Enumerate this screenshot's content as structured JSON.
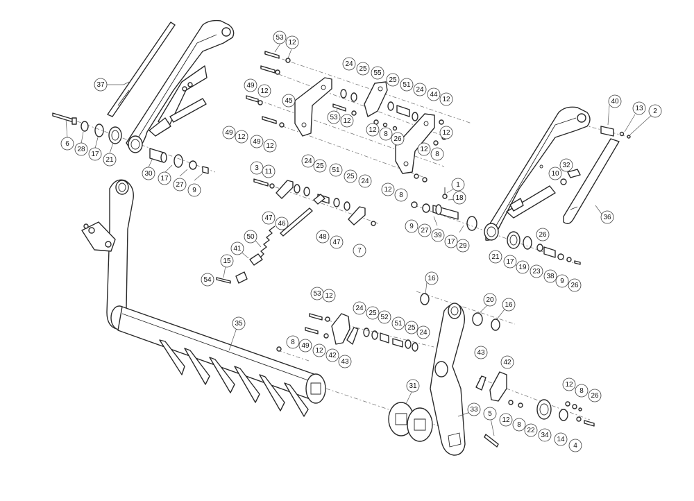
{
  "diagram": {
    "callouts": [
      {
        "id": "c1",
        "label": "53"
      },
      {
        "id": "c2",
        "label": "12"
      },
      {
        "id": "c3",
        "label": "49"
      },
      {
        "id": "c4",
        "label": "12"
      },
      {
        "id": "c5",
        "label": "49"
      },
      {
        "id": "c6",
        "label": "12"
      },
      {
        "id": "c7",
        "label": "49"
      },
      {
        "id": "c8",
        "label": "12"
      },
      {
        "id": "c9",
        "label": "45"
      },
      {
        "id": "c10",
        "label": "24"
      },
      {
        "id": "c11",
        "label": "25"
      },
      {
        "id": "c12",
        "label": "55"
      },
      {
        "id": "c13",
        "label": "25"
      },
      {
        "id": "c14",
        "label": "51"
      },
      {
        "id": "c15",
        "label": "24"
      },
      {
        "id": "c16",
        "label": "44"
      },
      {
        "id": "c17",
        "label": "12"
      },
      {
        "id": "c18",
        "label": "53"
      },
      {
        "id": "c19",
        "label": "12"
      },
      {
        "id": "c20",
        "label": "12"
      },
      {
        "id": "c21",
        "label": "8"
      },
      {
        "id": "c22",
        "label": "26"
      },
      {
        "id": "c23",
        "label": "12"
      },
      {
        "id": "c24",
        "label": "12"
      },
      {
        "id": "c25",
        "label": "8"
      },
      {
        "id": "c26",
        "label": "12"
      },
      {
        "id": "c27",
        "label": "8"
      },
      {
        "id": "c28",
        "label": "37"
      },
      {
        "id": "c29",
        "label": "6"
      },
      {
        "id": "c30",
        "label": "28"
      },
      {
        "id": "c31",
        "label": "17"
      },
      {
        "id": "c32",
        "label": "21"
      },
      {
        "id": "c33",
        "label": "30"
      },
      {
        "id": "c34",
        "label": "17"
      },
      {
        "id": "c35",
        "label": "27"
      },
      {
        "id": "c36",
        "label": "9"
      },
      {
        "id": "c37",
        "label": "3"
      },
      {
        "id": "c38",
        "label": "11"
      },
      {
        "id": "c39",
        "label": "24"
      },
      {
        "id": "c40",
        "label": "25"
      },
      {
        "id": "c41",
        "label": "51"
      },
      {
        "id": "c42",
        "label": "25"
      },
      {
        "id": "c43",
        "label": "24"
      },
      {
        "id": "c44",
        "label": "47"
      },
      {
        "id": "c45",
        "label": "46"
      },
      {
        "id": "c46",
        "label": "48"
      },
      {
        "id": "c47",
        "label": "47"
      },
      {
        "id": "c48",
        "label": "7"
      },
      {
        "id": "c49",
        "label": "50"
      },
      {
        "id": "c50",
        "label": "41"
      },
      {
        "id": "c51",
        "label": "15"
      },
      {
        "id": "c52",
        "label": "54"
      },
      {
        "id": "c53",
        "label": "40"
      },
      {
        "id": "c54",
        "label": "13"
      },
      {
        "id": "c55",
        "label": "2"
      },
      {
        "id": "c56",
        "label": "32"
      },
      {
        "id": "c57",
        "label": "10"
      },
      {
        "id": "c58",
        "label": "36"
      },
      {
        "id": "c59",
        "label": "1"
      },
      {
        "id": "c60",
        "label": "18"
      },
      {
        "id": "c61",
        "label": "9"
      },
      {
        "id": "c62",
        "label": "27"
      },
      {
        "id": "c63",
        "label": "39"
      },
      {
        "id": "c64",
        "label": "17"
      },
      {
        "id": "c65",
        "label": "29"
      },
      {
        "id": "c66",
        "label": "26"
      },
      {
        "id": "c67",
        "label": "21"
      },
      {
        "id": "c68",
        "label": "17"
      },
      {
        "id": "c69",
        "label": "19"
      },
      {
        "id": "c70",
        "label": "23"
      },
      {
        "id": "c71",
        "label": "38"
      },
      {
        "id": "c72",
        "label": "9"
      },
      {
        "id": "c73",
        "label": "26"
      },
      {
        "id": "c74",
        "label": "16"
      },
      {
        "id": "c75",
        "label": "20"
      },
      {
        "id": "c76",
        "label": "16"
      },
      {
        "id": "c77",
        "label": "35"
      },
      {
        "id": "c78",
        "label": "53"
      },
      {
        "id": "c79",
        "label": "12"
      },
      {
        "id": "c80",
        "label": "24"
      },
      {
        "id": "c81",
        "label": "25"
      },
      {
        "id": "c82",
        "label": "52"
      },
      {
        "id": "c83",
        "label": "51"
      },
      {
        "id": "c84",
        "label": "25"
      },
      {
        "id": "c85",
        "label": "24"
      },
      {
        "id": "c86",
        "label": "49"
      },
      {
        "id": "c87",
        "label": "12"
      },
      {
        "id": "c88",
        "label": "42"
      },
      {
        "id": "c89",
        "label": "43"
      },
      {
        "id": "c90",
        "label": "8"
      },
      {
        "id": "c91",
        "label": "43"
      },
      {
        "id": "c92",
        "label": "42"
      },
      {
        "id": "c93",
        "label": "31"
      },
      {
        "id": "c94",
        "label": "33"
      },
      {
        "id": "c95",
        "label": "5"
      },
      {
        "id": "c96",
        "label": "12"
      },
      {
        "id": "c97",
        "label": "8"
      },
      {
        "id": "c98",
        "label": "22"
      },
      {
        "id": "c99",
        "label": "34"
      },
      {
        "id": "c100",
        "label": "12"
      },
      {
        "id": "c101",
        "label": "8"
      },
      {
        "id": "c102",
        "label": "26"
      },
      {
        "id": "c103",
        "label": "14"
      },
      {
        "id": "c104",
        "label": "4"
      }
    ]
  }
}
